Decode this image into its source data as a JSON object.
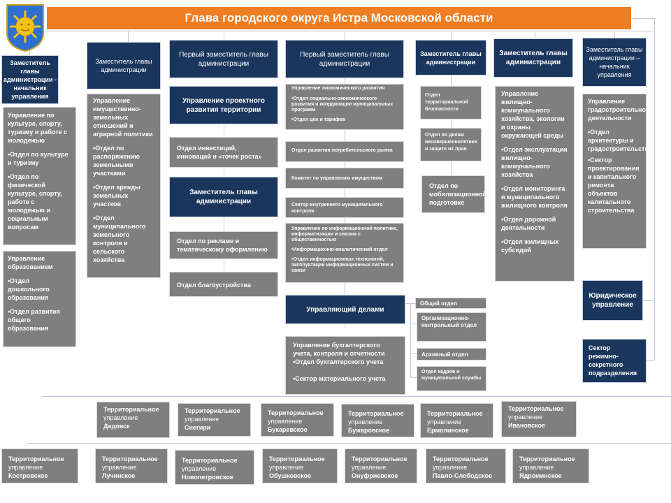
{
  "title": "Глава городского округа Истра Московской области",
  "colors": {
    "title_bar": "#ef7d22",
    "navy": "#1b365d",
    "gray": "#7f7f7f",
    "line": "#bfc8d6"
  },
  "emblem": {
    "name": "coat-of-arms-sun"
  },
  "column1": {
    "header": "Заместитель главы администрации - начальник управления",
    "box1": {
      "title": "Управление по культуре, спорту, туризму и работе с молодежью",
      "items": [
        "•Отдел по культуре и туризму",
        "•Отдел по физической культуре, спорту, работе с молодежью и социальным вопросам"
      ]
    },
    "box2": {
      "title": "Управление образованием",
      "items": [
        "•Отдел дошкольного образования",
        "•Отдел развития общего образования"
      ]
    }
  },
  "column2": {
    "header": "Заместитель главы администрации",
    "box1": {
      "title": "Управление имущественно-земельных отношений и аграрной политики",
      "items": [
        "•Отдел по распоряжению земельными участками",
        "•Отдел аренды земельных участков",
        "•Отдел муниципального земельного контроля и сельского хозяйства"
      ]
    }
  },
  "column3": {
    "header": "Первый заместитель главы администрации",
    "mgmt": "Управление проектного развития территории",
    "dept_invest": "Отдел инвестиций, инноваций и «точек роста»",
    "deputy": "Заместитель главы администрации",
    "dept_ads": "Отдел по рекламе и тематическому оформлению",
    "dept_improve": "Отдел благоустройства"
  },
  "column4": {
    "header": "Первый заместитель главы администрации",
    "econ": {
      "title": "Управление экономического развития",
      "items": [
        "•Отдел социально-экономического развития и координации муниципальных программ",
        "•Отдел цен и тарифов"
      ]
    },
    "consumer": "Отдел развития потребительского рынка",
    "property": "Комитет по управлению имуществом",
    "audit": "Сектор внутреннего муниципального контроля",
    "info": {
      "title": "Управление по информационной политике, информатизации и связям с общественностью",
      "items": [
        "•Информационно-аналитический отдел",
        "•Отдел информационных технологий, эксплуатации информационных систем и связи"
      ]
    },
    "affairs": "Управляющий делами",
    "account": {
      "title": "Управление бухгалтерского учета, контроля и отчетности",
      "items": [
        "•Отдел бухгалтерского учета",
        "•Сектор материального учета"
      ]
    },
    "side": [
      "Общий отдел",
      "Организационно-контрольный отдел",
      "Архивный отдел",
      "Отдел кадров и муниципальной службы"
    ]
  },
  "column5": {
    "header": "Заместитель главы администрации",
    "security": "Отдел территориальной безопасности",
    "minors": "Отдел по делам несовершеннолетних и защите их прав",
    "mobil": "Отдел по мобилизационной подготовке"
  },
  "column6": {
    "header": "Заместитель главы администрации",
    "box1": {
      "title": "Управление жилищно-коммунального хозяйства, экологии и охраны окружающей среды",
      "items": [
        "•Отдел эксплуатации жилищно-коммунального хозяйства",
        "•Отдел мониторинга и муниципального жилищного контроля",
        "•Отдел дорожной деятельности",
        "•Отдел жилищных субсидий"
      ]
    }
  },
  "column7": {
    "header": "Заместитель главы администрации – начальник управления",
    "box1": {
      "title": "Управление градостроительной деятельности",
      "items": [
        "•Отдел архитектуры и градостроительства",
        "•Сектор проектирования и капитального ремонта объектов капитального строительства"
      ]
    },
    "legal": "Юридическое управление",
    "secret": "Сектор режимно-секретного подразделения"
  },
  "territorial_row1": [
    {
      "prefix": "Территориальное",
      "mid": "управление",
      "name": "Дедовск"
    },
    {
      "prefix": "Территориальное",
      "mid": "управление",
      "name": "Снегири"
    },
    {
      "prefix": "Территориальное",
      "mid": "управление",
      "name": "Букаревское"
    },
    {
      "prefix": "Территориальное",
      "mid": "управление",
      "name": "Бужаровское"
    },
    {
      "prefix": "Территориальное",
      "mid": "управление",
      "name": "Ермолинское"
    },
    {
      "prefix": "Территориальное",
      "mid": "управление",
      "name": "Ивановское"
    }
  ],
  "territorial_row2": [
    {
      "prefix": "Территориальное",
      "mid": "управление",
      "name": "Костровское"
    },
    {
      "prefix": "Территориальное",
      "mid": "управление",
      "name": "Лучинское"
    },
    {
      "prefix": "Территориальное",
      "mid": "управление",
      "name": "Новопетровское"
    },
    {
      "prefix": "Территориальное",
      "mid": "управление",
      "name": "Обушковское"
    },
    {
      "prefix": "Территориальное",
      "mid": "управление",
      "name": "Онуфриевское"
    },
    {
      "prefix": "Территориальное",
      "mid": "управление",
      "name": "Павло-Слободское"
    },
    {
      "prefix": "Территориальное",
      "mid": "управление",
      "name": "Ядроминское"
    }
  ]
}
